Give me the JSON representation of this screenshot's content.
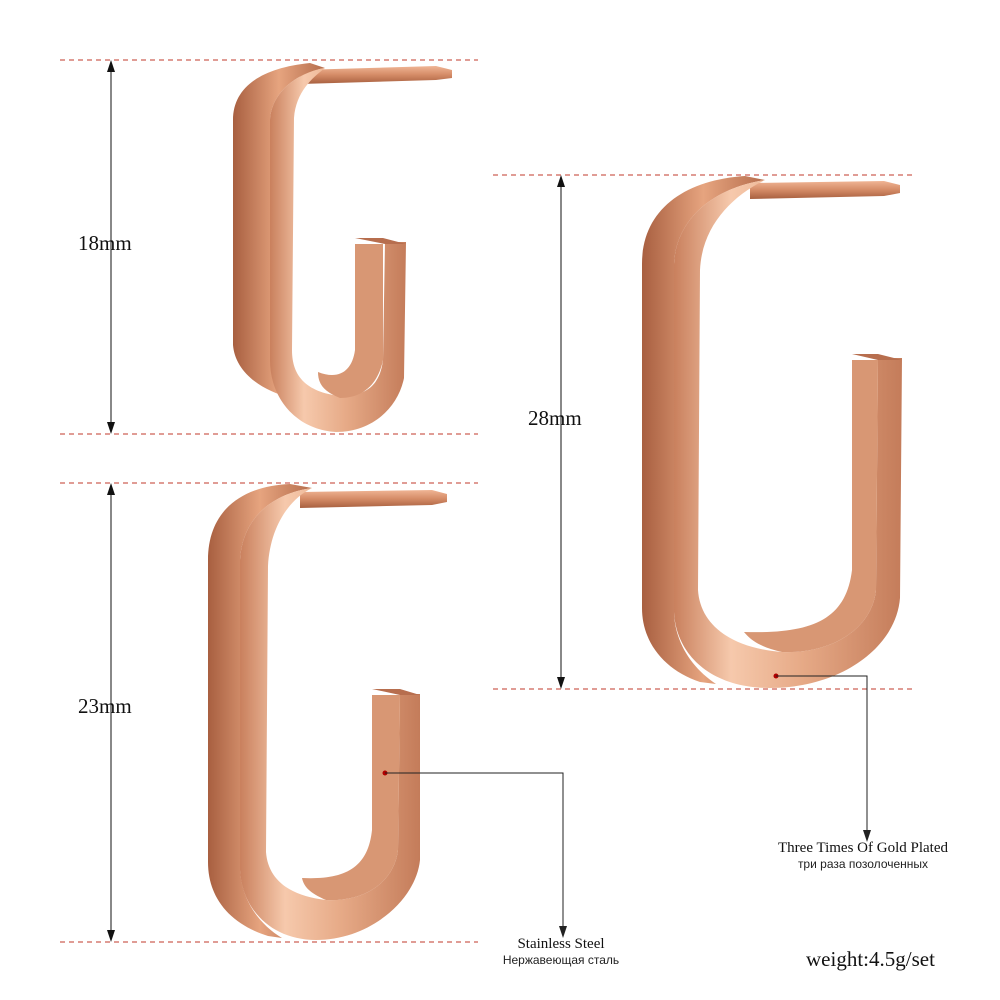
{
  "dimensions": {
    "small": "18mm",
    "medium": "23mm",
    "large": "28mm"
  },
  "callouts": {
    "steel_en": "Stainless Steel",
    "steel_ru": "Нержавеющая сталь",
    "plating_en": "Three Times Of Gold Plated",
    "plating_ru": "три раза позолоченных"
  },
  "weight": "weight:4.5g/set",
  "colors": {
    "metal": "#e3a583",
    "metal_dark": "#b8704f",
    "guide_line": "#c0392b",
    "marker": "#b00000"
  }
}
